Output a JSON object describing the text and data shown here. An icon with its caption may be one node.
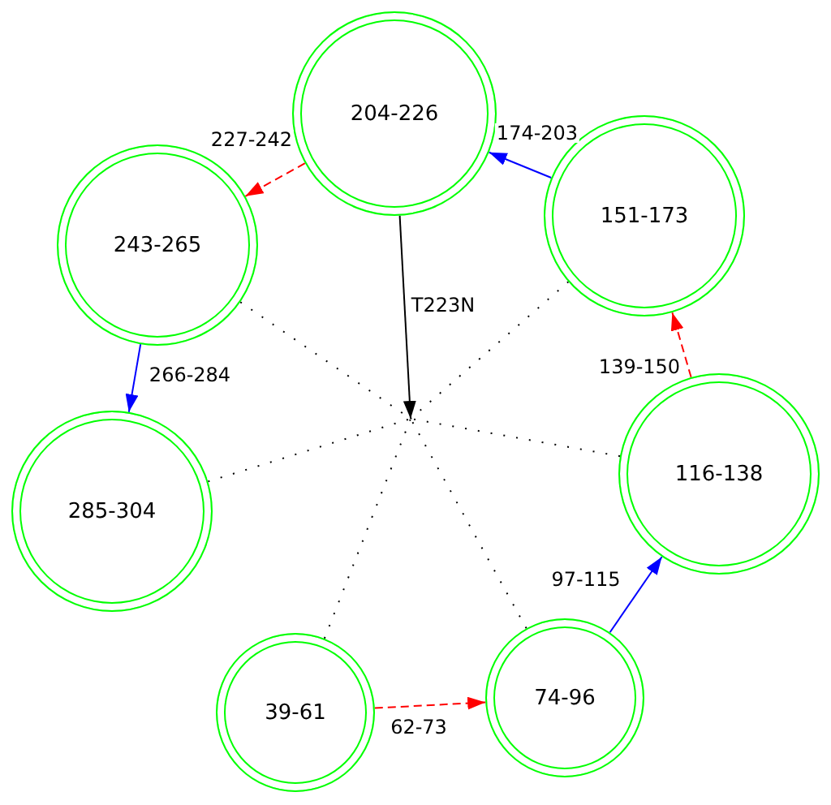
{
  "diagram": {
    "nodes": [
      {
        "text": [
          "204-226"
        ]
      },
      {
        "text": [
          "243-265"
        ]
      },
      {
        "text": [
          "151-173"
        ]
      },
      {
        "text": [
          "285-304"
        ]
      },
      {
        "text": [
          "116-138"
        ]
      },
      {
        "text": [
          "39-61"
        ]
      },
      {
        "text": [
          "74-96"
        ]
      }
    ],
    "edges": [
      {
        "from": 5,
        "to": 6,
        "arrow": "to",
        "label": "62-73",
        "style": "dashed",
        "color": "#ff0000"
      },
      {
        "from": 6,
        "to": 4,
        "arrow": "to",
        "label": "97-115",
        "color": "#0000ff"
      },
      {
        "from": 4,
        "to": 2,
        "arrow": "to",
        "label": "139-150",
        "style": "dashed",
        "color": "#ff0000"
      },
      {
        "from": 2,
        "to": 0,
        "arrow": "to",
        "label": "174-203",
        "color": "#0000ff"
      },
      {
        "from": 0,
        "to": 1,
        "arrow": "to",
        "label": "227-242",
        "style": "dashed",
        "color": "#ff0000"
      },
      {
        "from": 1,
        "to": 3,
        "arrow": "to",
        "label": "266-284",
        "color": "#0000ff"
      },
      {
        "from": 0,
        "to": null,
        "arrow": "to",
        "label": "T223N"
      },
      {
        "from": 1,
        "to": null,
        "arrow": "none",
        "style": "dashed"
      },
      {
        "from": 2,
        "to": null,
        "arrow": "none",
        "style": "dashed"
      },
      {
        "from": 3,
        "to": null,
        "arrow": "none",
        "style": "dashed"
      },
      {
        "from": 4,
        "to": null,
        "arrow": "none",
        "style": "dashed"
      },
      {
        "from": 5,
        "to": null,
        "arrow": "none",
        "style": "dashed"
      },
      {
        "from": 6,
        "to": null,
        "arrow": "none",
        "style": "dashed"
      }
    ]
  }
}
